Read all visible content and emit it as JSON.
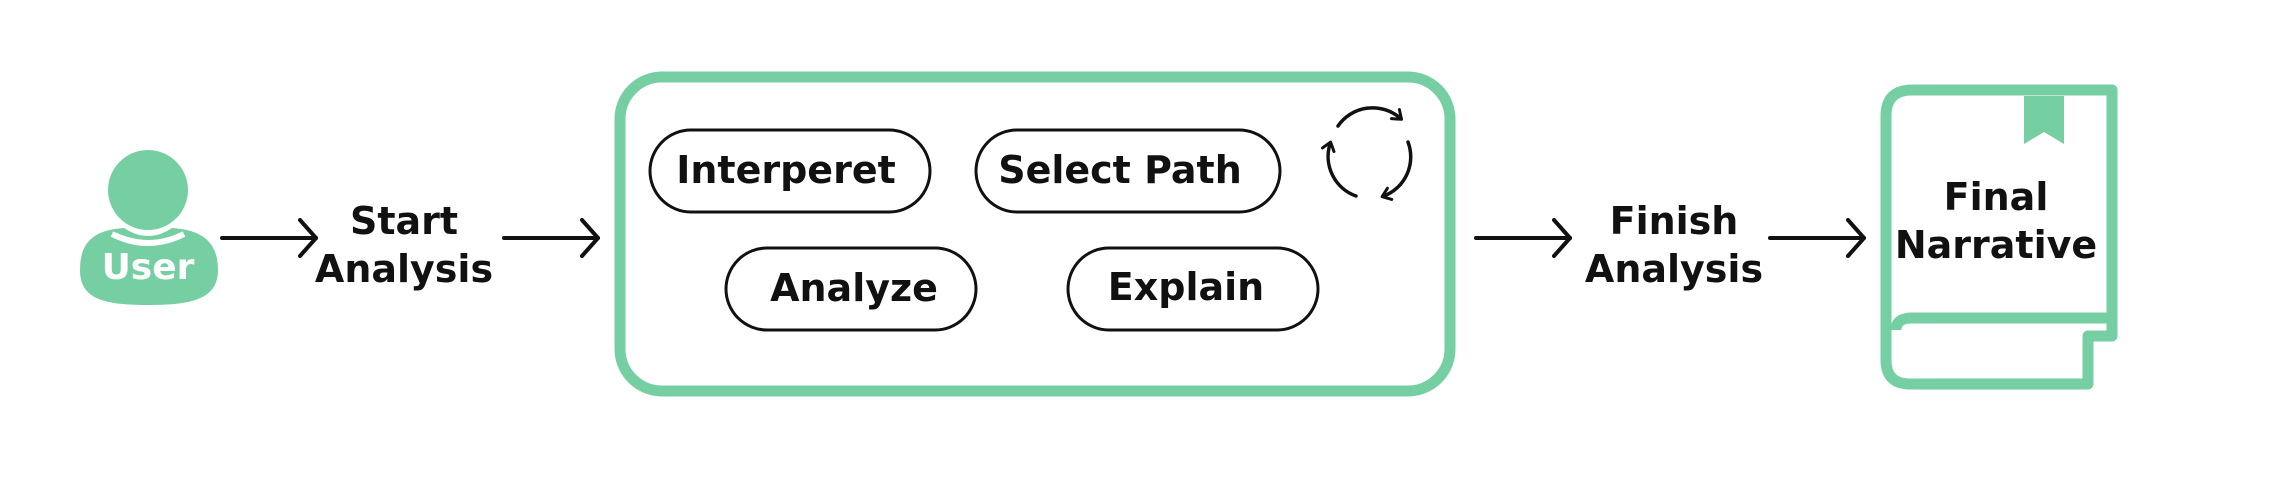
{
  "diagram": {
    "accent_color": "#76cfa3",
    "stroke_color": "#111111",
    "user": {
      "label": "User",
      "icon": "user-icon"
    },
    "start": {
      "line1": "Start",
      "line2": "Analysis"
    },
    "loop": {
      "icon": "refresh-cycle-icon",
      "steps": [
        {
          "label": "Interperet"
        },
        {
          "label": "Select Path"
        },
        {
          "label": "Analyze"
        },
        {
          "label": "Explain"
        }
      ]
    },
    "finish": {
      "line1": "Finish",
      "line2": "Analysis"
    },
    "output": {
      "icon": "book-icon",
      "line1": "Final",
      "line2": "Narrative"
    }
  }
}
